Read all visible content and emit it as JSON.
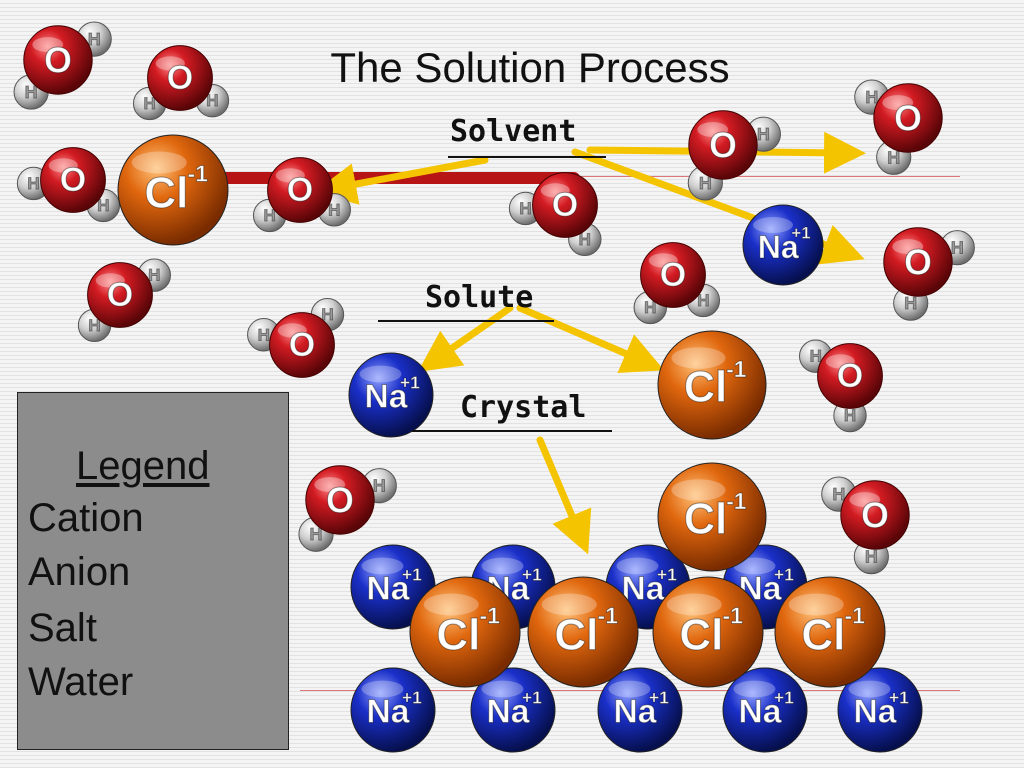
{
  "title": "The Solution Process",
  "labels": {
    "solvent": "Solvent",
    "solute": "Solute",
    "crystal": "Crystal"
  },
  "legend": {
    "title": "Legend",
    "items": [
      "Cation",
      "Anion",
      "Salt",
      "Water"
    ]
  },
  "atoms": {
    "oxygen": "O",
    "hydrogen": "H",
    "sodium": "Na",
    "sodium_charge": "+1",
    "chlorine": "Cl",
    "chlorine_charge": "-1"
  },
  "colors": {
    "oxygen": "#c0121a",
    "hydrogen": "#cfcfcf",
    "sodium": "#1a2fc8",
    "chlorine": "#e0670e",
    "arrow": "#f5c400",
    "legend_bg": "#8c8c8c"
  }
}
